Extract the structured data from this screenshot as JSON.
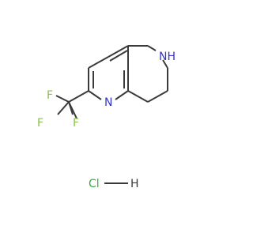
{
  "molecule": {
    "atoms": {
      "n_ring_amine": "NH",
      "n_pyridine": "N",
      "f_top": "F",
      "f_left": "F",
      "f_bottom": "F"
    },
    "salt": {
      "cl": "Cl",
      "h": "H"
    }
  },
  "colors": {
    "bond": "#3a3a3a",
    "nitrogen": "#3333cc",
    "fluorine": "#8bc34a",
    "chlorine": "#39a845"
  }
}
